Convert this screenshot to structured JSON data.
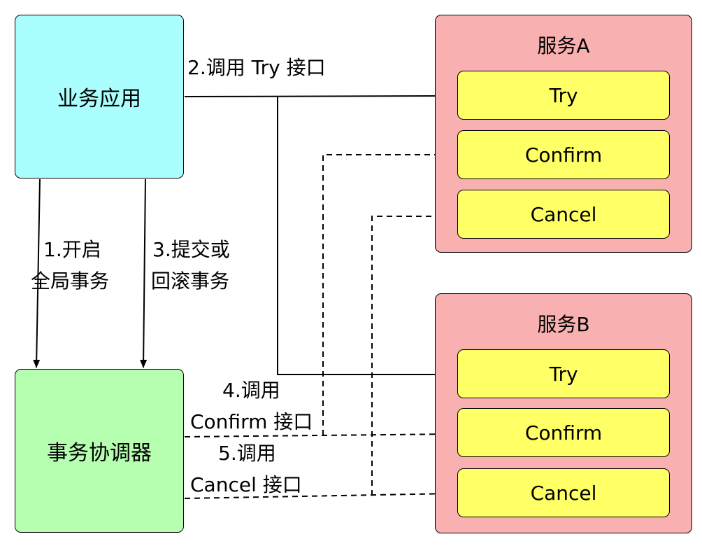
{
  "nodes": {
    "business_app": "业务应用",
    "coordinator": "事务协调器"
  },
  "services": [
    {
      "title": "服务A",
      "methods": [
        "Try",
        "Confirm",
        "Cancel"
      ]
    },
    {
      "title": "服务B",
      "methods": [
        "Try",
        "Confirm",
        "Cancel"
      ]
    }
  ],
  "edges": {
    "step1": {
      "line1": "1.开启",
      "line2": "全局事务"
    },
    "step2": {
      "line1": "2.调用 Try 接口"
    },
    "step3": {
      "line1": "3.提交或",
      "line2": "回滚事务"
    },
    "step4": {
      "line1": "4.调用",
      "line2": "Confirm 接口"
    },
    "step5": {
      "line1": "5.调用",
      "line2": "Cancel 接口"
    }
  },
  "colors": {
    "business_app": "#aafffe",
    "coordinator": "#b6ffb0",
    "service": "#f8b0b0",
    "method": "#ffff66"
  }
}
